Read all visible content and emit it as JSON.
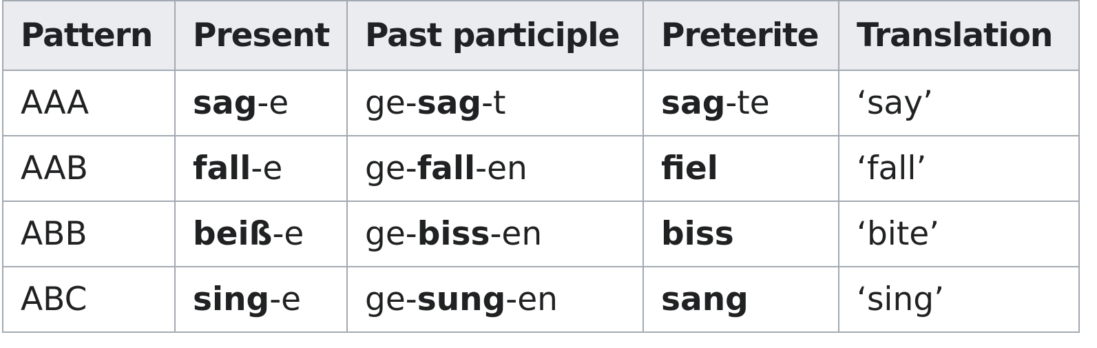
{
  "table": {
    "headers": [
      "Pattern",
      "Present",
      "Past participle",
      "Preterite",
      "Translation"
    ],
    "rows": [
      {
        "pattern": "AAA",
        "present": {
          "pre": "",
          "stem": "sag",
          "post": "-e"
        },
        "participle": {
          "pre": "ge-",
          "stem": "sag",
          "post": "-t"
        },
        "preterite": {
          "pre": "",
          "stem": "sag",
          "post": "-te"
        },
        "translation": "‘say’"
      },
      {
        "pattern": "AAB",
        "present": {
          "pre": "",
          "stem": "fall",
          "post": "-e"
        },
        "participle": {
          "pre": "ge-",
          "stem": "fall",
          "post": "-en"
        },
        "preterite": {
          "pre": "",
          "stem": "fiel",
          "post": ""
        },
        "translation": "‘fall’"
      },
      {
        "pattern": "ABB",
        "present": {
          "pre": "",
          "stem": "beiß",
          "post": "-e"
        },
        "participle": {
          "pre": "ge-",
          "stem": "biss",
          "post": "-en"
        },
        "preterite": {
          "pre": "",
          "stem": "biss",
          "post": ""
        },
        "translation": "‘bite’"
      },
      {
        "pattern": "ABC",
        "present": {
          "pre": "",
          "stem": "sing",
          "post": "-e"
        },
        "participle": {
          "pre": "ge-",
          "stem": "sung",
          "post": "-en"
        },
        "preterite": {
          "pre": "",
          "stem": "sang",
          "post": ""
        },
        "translation": "‘sing’"
      }
    ]
  }
}
